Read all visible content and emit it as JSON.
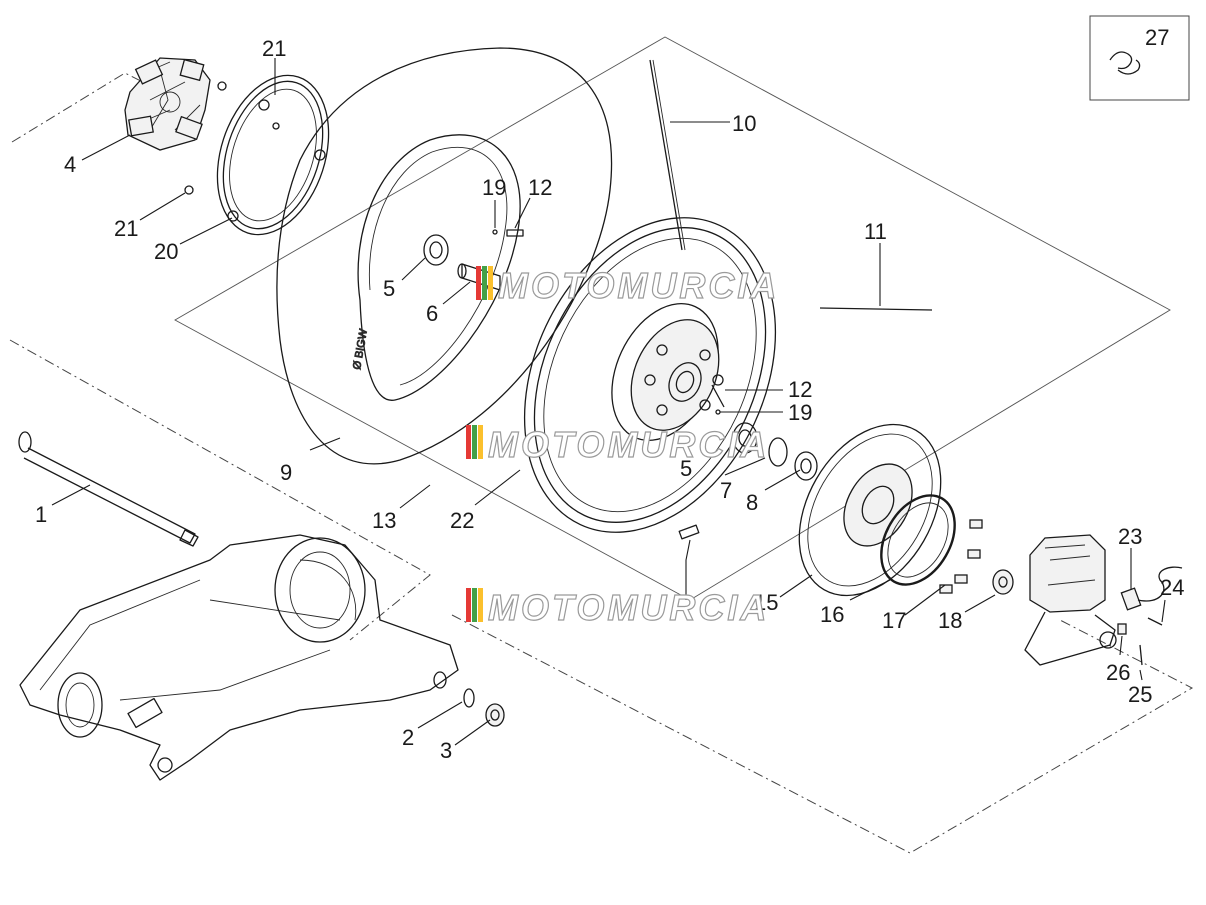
{
  "watermark": {
    "text": "MOTOMURCIA",
    "colors": [
      "#e53935",
      "#43a047",
      "#fbc02d"
    ]
  },
  "callouts": {
    "c1": "1",
    "c2": "2",
    "c3": "3",
    "c4": "4",
    "c5a": "5",
    "c5b": "5",
    "c6": "6",
    "c7": "7",
    "c8": "8",
    "c9": "9",
    "c10": "10",
    "c11": "11",
    "c12a": "12",
    "c12b": "12",
    "c13": "13",
    "c15": "15",
    "c16": "16",
    "c17": "17",
    "c18": "18",
    "c19a": "19",
    "c19b": "19",
    "c20": "20",
    "c21a": "21",
    "c21b": "21",
    "c22": "22",
    "c23": "23",
    "c24": "24",
    "c25": "25",
    "c26": "26",
    "c27": "27"
  }
}
